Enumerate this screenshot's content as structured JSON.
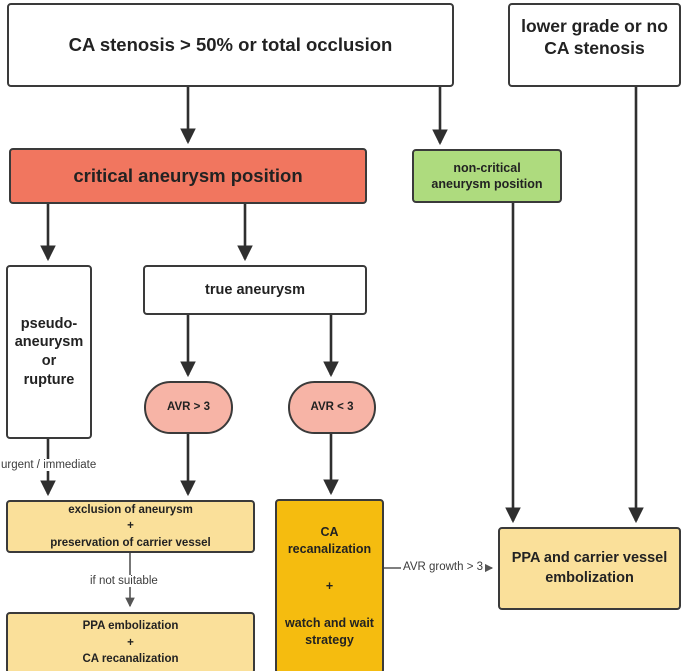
{
  "diagram": {
    "title": "Carotid artery stenosis aneurysm management flowchart",
    "colors": {
      "critical": "#F1765F",
      "non_critical": "#AEDB7E",
      "treatment": "#FAE09A",
      "watch_wait": "#F5BC0F",
      "avr": "#F7B4A6",
      "plain": "#ffffff",
      "stroke": "#3a3a3a"
    },
    "nodes": [
      {
        "id": "ca-stenosis",
        "label": "CA stenosis > 50% or total occlusion",
        "shape": "rect",
        "fill": "plain"
      },
      {
        "id": "lower-grade",
        "label": "lower grade or no CA stenosis",
        "shape": "rect",
        "fill": "plain"
      },
      {
        "id": "critical-position",
        "label": "critical aneurysm position",
        "shape": "rect",
        "fill": "critical"
      },
      {
        "id": "non-critical",
        "label": "non-critical aneurysm position",
        "shape": "rect",
        "fill": "non_critical"
      },
      {
        "id": "pseudo-aneurysm",
        "label": "pseudo-aneurysm or rupture",
        "shape": "rect",
        "fill": "plain"
      },
      {
        "id": "true-aneurysm",
        "label": "true aneurysm",
        "shape": "rect",
        "fill": "plain"
      },
      {
        "id": "avr-gt-3",
        "label": "AVR > 3",
        "shape": "oval",
        "fill": "avr"
      },
      {
        "id": "avr-lt-3",
        "label": "AVR < 3",
        "shape": "oval",
        "fill": "avr"
      },
      {
        "id": "exclusion",
        "label": "exclusion of aneurysm + preservation of carrier vessel",
        "shape": "rect",
        "fill": "treatment"
      },
      {
        "id": "ppa-embolization",
        "label": "PPA embolization + CA recanalization",
        "shape": "rect",
        "fill": "treatment"
      },
      {
        "id": "ca-recanalization",
        "label": "CA recanalization + watch and wait strategy",
        "shape": "rect",
        "fill": "watch_wait"
      },
      {
        "id": "ppa-carrier-vessel",
        "label": "PPA and carrier vessel embolization",
        "shape": "rect",
        "fill": "treatment"
      }
    ],
    "labels": {
      "ca_stenosis": "CA stenosis > 50% or total occlusion",
      "lower_grade_l1": "lower grade or no",
      "lower_grade_l2": "CA stenosis",
      "critical_position": "critical aneurysm position",
      "non_critical_l1": "non-critical",
      "non_critical_l2": "aneurysm position",
      "pseudo_l1": "pseudo-",
      "pseudo_l2": "aneurysm",
      "pseudo_l3": "or",
      "pseudo_l4": "rupture",
      "true_aneurysm": "true aneurysm",
      "avr_gt": "AVR > 3",
      "avr_lt": "AVR < 3",
      "exclusion_l1": "exclusion of aneurysm",
      "exclusion_l2": "+",
      "exclusion_l3": "preservation of carrier vessel",
      "ppa_emb_l1": "PPA embolization",
      "ppa_emb_l2": "+",
      "ppa_emb_l3": "CA recanalization",
      "ca_recan_l1": "CA",
      "ca_recan_l2": "recanalization",
      "ca_recan_l3": "+",
      "ca_recan_l4": "watch and wait",
      "ca_recan_l5": "strategy",
      "ppa_carrier_l1": "PPA and carrier vessel",
      "ppa_carrier_l2": "embolization"
    },
    "edge_labels": {
      "urgent": "urgent / immediate",
      "if_not_suitable": "if not suitable",
      "avr_growth": "AVR growth > 3"
    },
    "edges": [
      {
        "from": "ca-stenosis",
        "to": "critical-position",
        "label": ""
      },
      {
        "from": "ca-stenosis",
        "to": "non-critical",
        "label": ""
      },
      {
        "from": "lower-grade",
        "to": "ppa-carrier-vessel",
        "label": ""
      },
      {
        "from": "critical-position",
        "to": "pseudo-aneurysm",
        "label": ""
      },
      {
        "from": "critical-position",
        "to": "true-aneurysm",
        "label": ""
      },
      {
        "from": "true-aneurysm",
        "to": "avr-gt-3",
        "label": ""
      },
      {
        "from": "true-aneurysm",
        "to": "avr-lt-3",
        "label": ""
      },
      {
        "from": "pseudo-aneurysm",
        "to": "exclusion",
        "label": "urgent / immediate"
      },
      {
        "from": "avr-gt-3",
        "to": "exclusion",
        "label": ""
      },
      {
        "from": "exclusion",
        "to": "ppa-embolization",
        "label": "if not suitable"
      },
      {
        "from": "avr-lt-3",
        "to": "ca-recanalization",
        "label": ""
      },
      {
        "from": "ca-recanalization",
        "to": "ppa-carrier-vessel",
        "label": "AVR growth > 3"
      },
      {
        "from": "non-critical",
        "to": "ppa-carrier-vessel",
        "label": ""
      }
    ]
  }
}
